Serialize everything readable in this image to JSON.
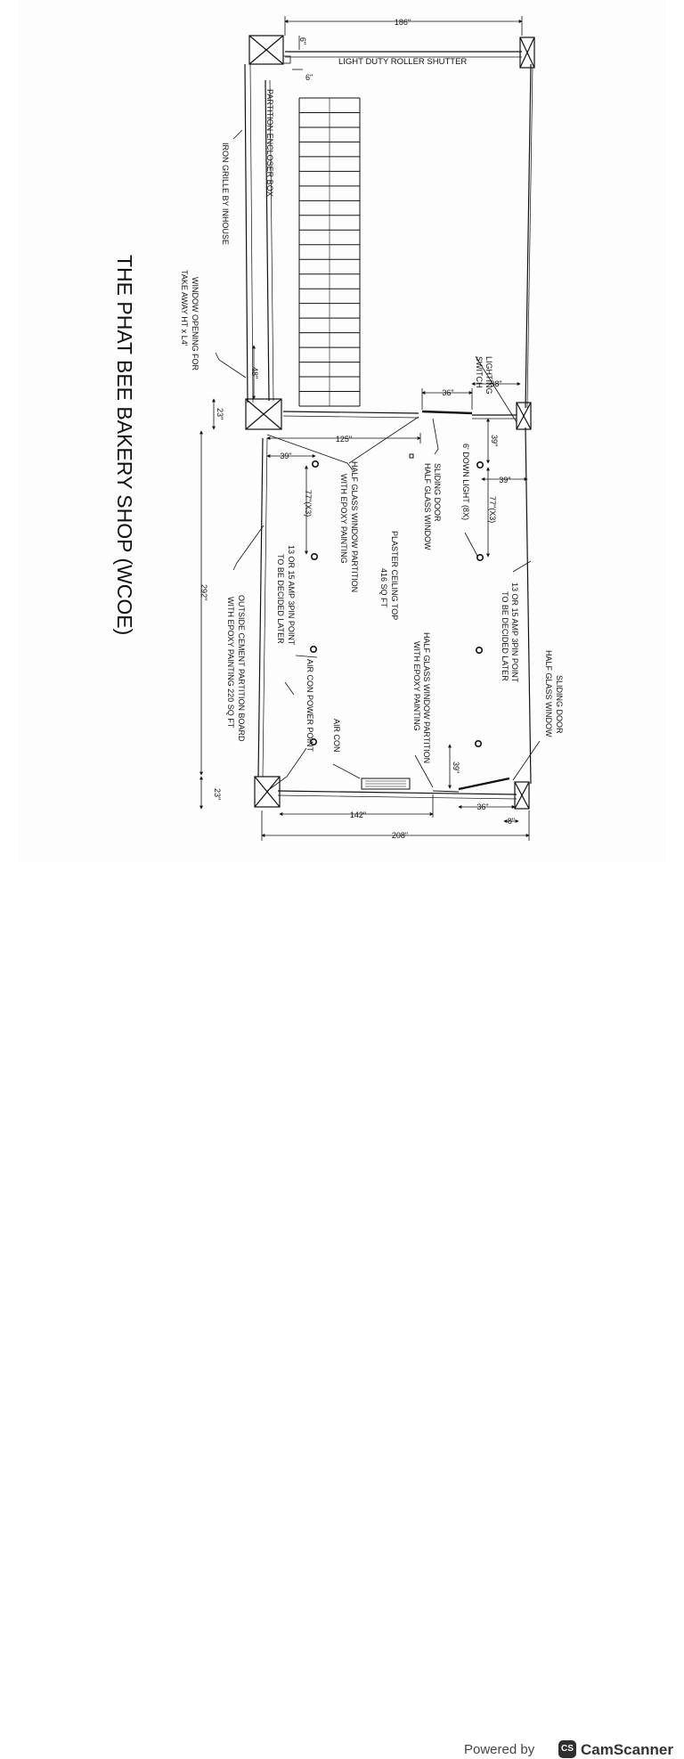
{
  "title": "THE PHAT BEE BAKERY SHOP (WCOE)",
  "dimensions": {
    "d186": "186\"",
    "d6a": "6\"",
    "d6b": "6\"",
    "d48": "48\"",
    "d23a": "23\"",
    "d125": "125\"",
    "d39a": "39\"",
    "d77a": "77\"(X3)",
    "d292": "292\"",
    "d23b": "23\"",
    "d142": "142\"",
    "d208": "208\"",
    "d36a": "36\"",
    "d38": "38\"",
    "d39b": "39\"",
    "d39c": "39\"",
    "d77b": "77\"(X3)",
    "d39d": "39\"",
    "d36b": "36\"",
    "d8": "8\""
  },
  "labels": {
    "shutter": "LIGHT DUTY ROLLER SHUTTER",
    "partition_box": "PARTITION ENCLOSER BOX",
    "iron_grille": "IRON GRILLE BY INHOUSE",
    "window_opening_1": "WINDOW OPENING FOR",
    "window_opening_2": "TAKE AWAY HT x L4'",
    "lighting_1": "LIGHTING",
    "lighting_2": "SWITCH",
    "half_glass_left_1": "HALF GLASS WINDOW PARTITION",
    "half_glass_left_2": "WITH EPOXY PAINTING",
    "sliding_left_1": "SLIDING DOOR",
    "sliding_left_2": "HALF GLASS WINDOW",
    "down_light": "6' DOWN LIGHT (8X)",
    "plaster_1": "PLASTER CEILING TOP",
    "plaster_2": "416 SQ FT",
    "amp_left_1": "13 OR 15 AMP 3PIN POINT",
    "amp_left_2": "TO BE DECIDED LATER",
    "outside_1": "OUTSIDE CEMENT PARTITION BOARD",
    "outside_2": "WITH EPOXY PAINTING 220 SQ FT",
    "aircon_power": "AIR CON POWER POINT",
    "aircon": "AIR CON",
    "amp_right_1": "13 OR 15 AMP 3PIN POINT",
    "amp_right_2": "TO BE DECIDED LATER",
    "half_glass_right_1": "HALF GLASS WINDOW PARTITION",
    "half_glass_right_2": "WITH EPOXY PAINTING",
    "sliding_right_1": "SLIDING DOOR",
    "sliding_right_2": "HALF GLASS WINDOW"
  },
  "footer": {
    "powered_by": "Powered by",
    "logo_text": "CS",
    "brand": "CamScanner"
  }
}
